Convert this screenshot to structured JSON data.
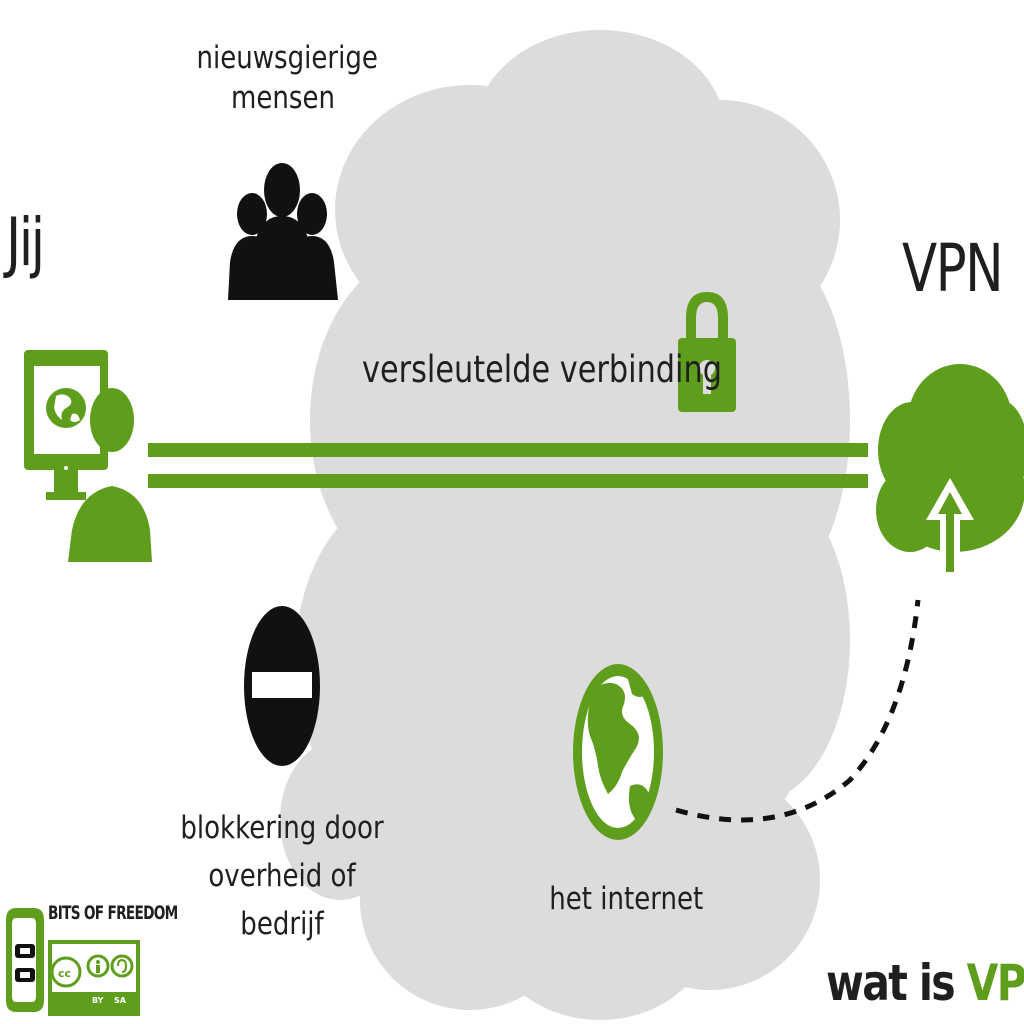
{
  "colors": {
    "accent": "#5f9e1c",
    "cloud": "#dcdcdc",
    "dark": "#1f1f1f"
  },
  "labels": {
    "you": "Jij",
    "vpn": "VPN",
    "curious_people": "nieuwsgierige mensen",
    "encrypted_connection": "versleutelde verbinding",
    "blocking": "blokkering door overheid of bedrijf",
    "internet": "het internet"
  },
  "footer": {
    "title_prefix": "wat is ",
    "title_accent": "VPN",
    "title_suffix": "?"
  },
  "brand": {
    "name": "BITS OF FREEDOM",
    "license_by": "BY",
    "license_sa": "SA"
  },
  "icons": [
    "cloud-background",
    "people-group-icon",
    "computer-user-icon",
    "lock-icon",
    "vpn-cloud-upload-icon",
    "no-entry-icon",
    "globe-icon",
    "dashed-connection-line",
    "encrypted-tunnel-lines",
    "bits-of-freedom-logo",
    "creative-commons-badge"
  ]
}
